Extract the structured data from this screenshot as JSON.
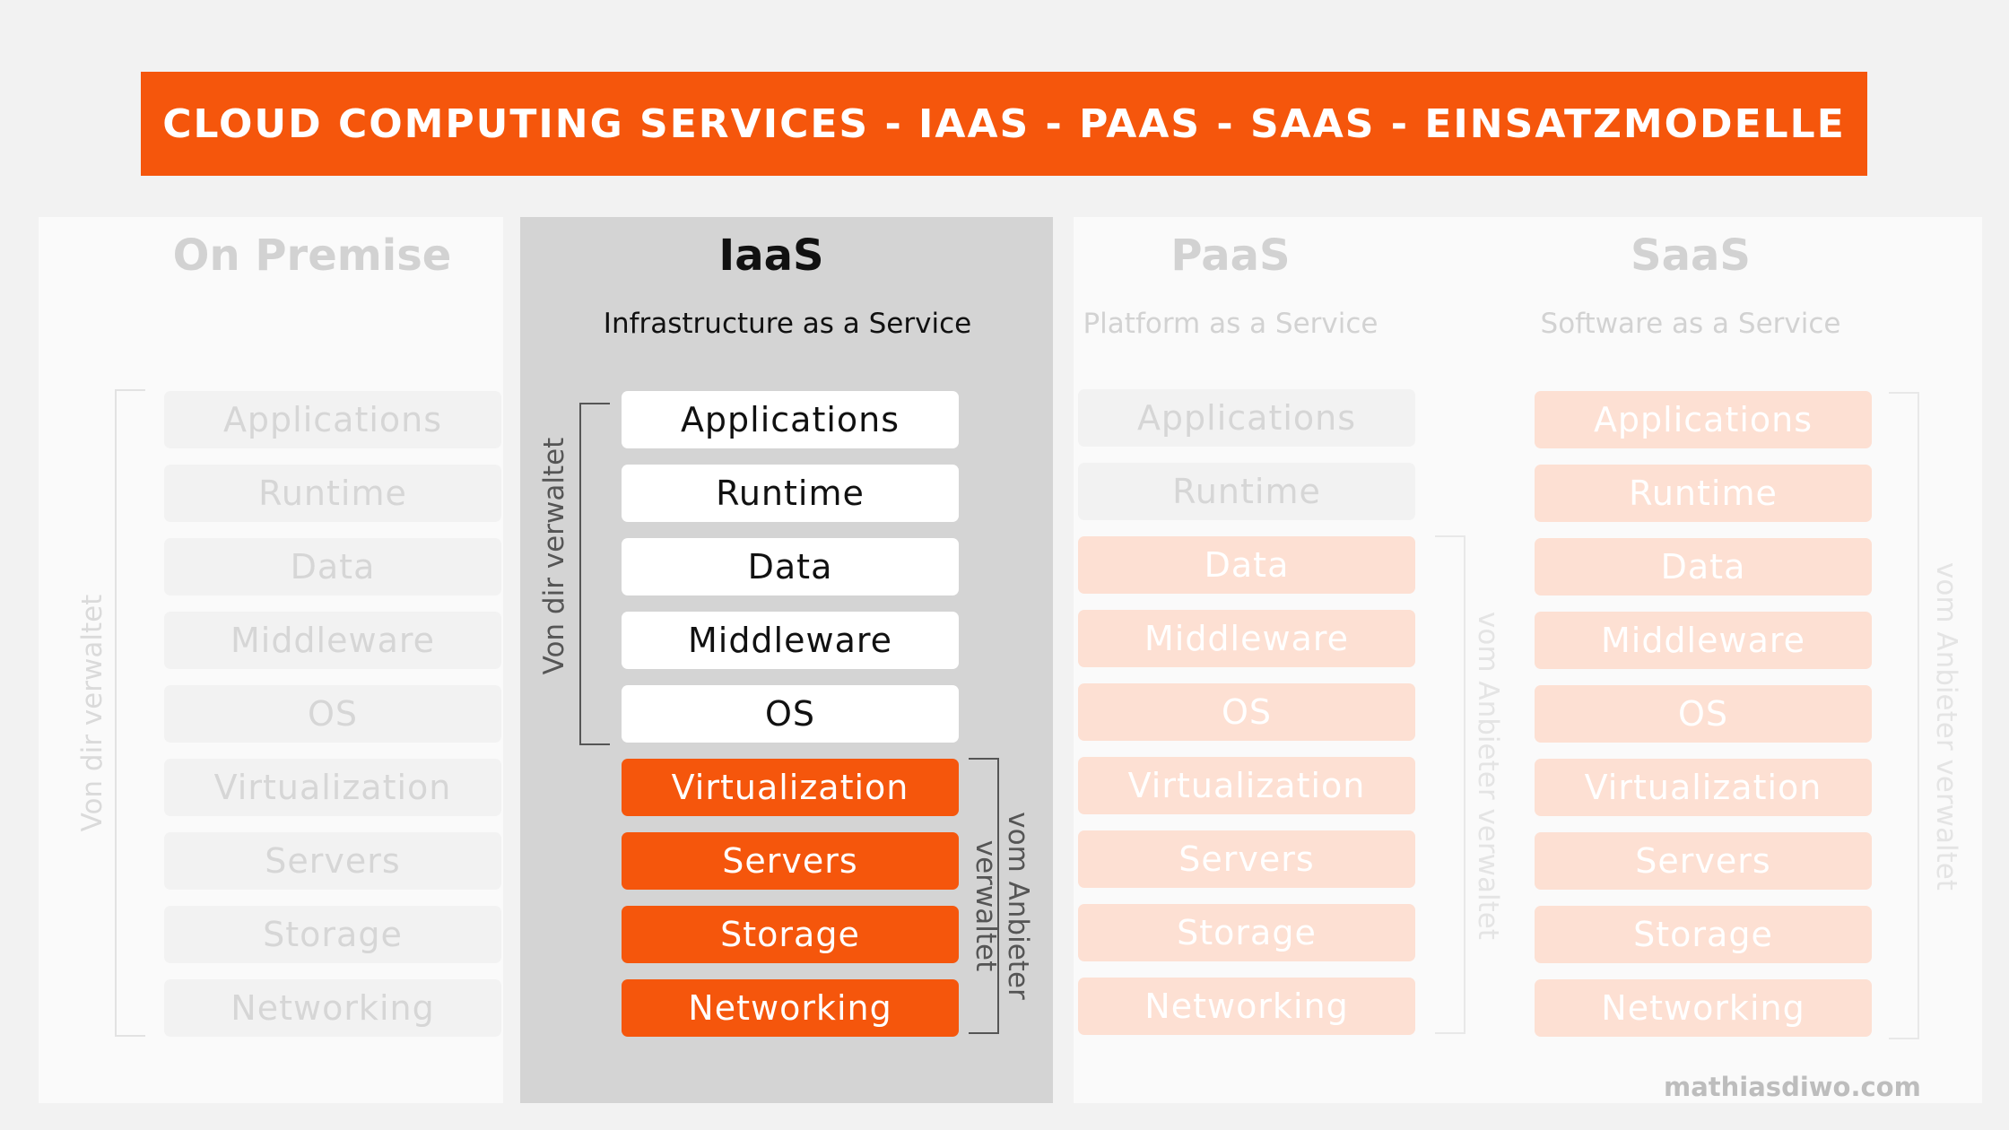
{
  "title": "CLOUD COMPUTING SERVICES - IAAS - PAAS - SAAS - EINSATZMODELLE",
  "columns": {
    "onprem": {
      "title": "On Premise",
      "subtitle": ""
    },
    "iaas": {
      "title": "IaaS",
      "subtitle": "Infrastructure as a Service"
    },
    "paas": {
      "title": "PaaS",
      "subtitle": "Platform as a Service"
    },
    "saas": {
      "title": "SaaS",
      "subtitle": "Software as a Service"
    }
  },
  "layers": [
    "Applications",
    "Runtime",
    "Data",
    "Middleware",
    "OS",
    "Virtualization",
    "Servers",
    "Storage",
    "Networking"
  ],
  "labels": {
    "onprem_self": "Von dir verwaltet",
    "iaas_self": "Von dir verwaltet",
    "iaas_provider_line1": "vom Anbieter",
    "iaas_provider_line2": "verwaltet",
    "paas_provider": "vom Anbieter verwaltet",
    "saas_provider": "vom Anbieter verwaltet"
  },
  "footer": "mathiasdiwo.com",
  "colors": {
    "accent": "#f5560c",
    "accent_light": "#fde0d3",
    "highlight_panel": "#d4d4d4"
  }
}
